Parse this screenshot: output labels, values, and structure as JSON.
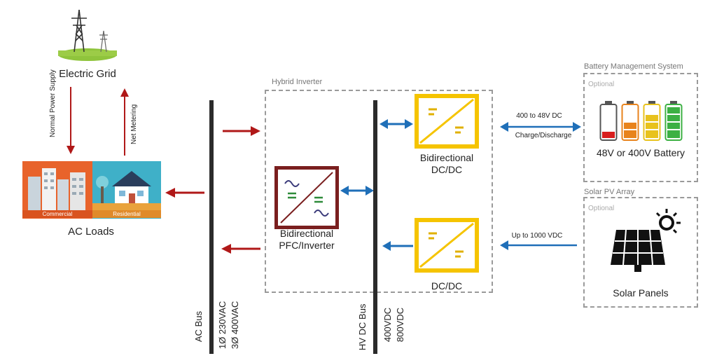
{
  "grid": {
    "label": "Electric Grid"
  },
  "arrows": {
    "normal_supply": "Normal Power Supply",
    "net_metering": "Net Metering"
  },
  "loads": {
    "label": "AC Loads",
    "commercial": "Commercial",
    "residential": "Residential"
  },
  "ac_bus": {
    "label": "AC Bus",
    "spec_1": "1Ø 230VAC",
    "spec_2": "3Ø 400VAC"
  },
  "inverter": {
    "title": "Hybrid Inverter",
    "pfc_label_1": "Bidirectional",
    "pfc_label_2": "PFC/Inverter",
    "dcdc_bi_label_1": "Bidirectional",
    "dcdc_bi_label_2": "DC/DC",
    "dcdc_label": "DC/DC"
  },
  "dc_bus": {
    "label": "HV DC Bus",
    "spec_1": "400VDC",
    "spec_2": "800VDC"
  },
  "battery": {
    "title": "Battery Management System",
    "optional": "Optional",
    "link_top": "400 to 48V DC",
    "link_bottom": "Charge/Discharge",
    "label": "48V or 400V Battery",
    "colors": [
      "#d81e1e",
      "#e8831c",
      "#e8c21c",
      "#3cb043"
    ]
  },
  "solar": {
    "title": "Solar PV Array",
    "optional": "Optional",
    "link": "Up to 1000 VDC",
    "label": "Solar Panels"
  },
  "colors": {
    "ac_arrow": "#b01818",
    "dc_arrow": "#1f6fb8",
    "converter_yellow": "#f5c400",
    "converter_red": "#7a1f1f"
  }
}
